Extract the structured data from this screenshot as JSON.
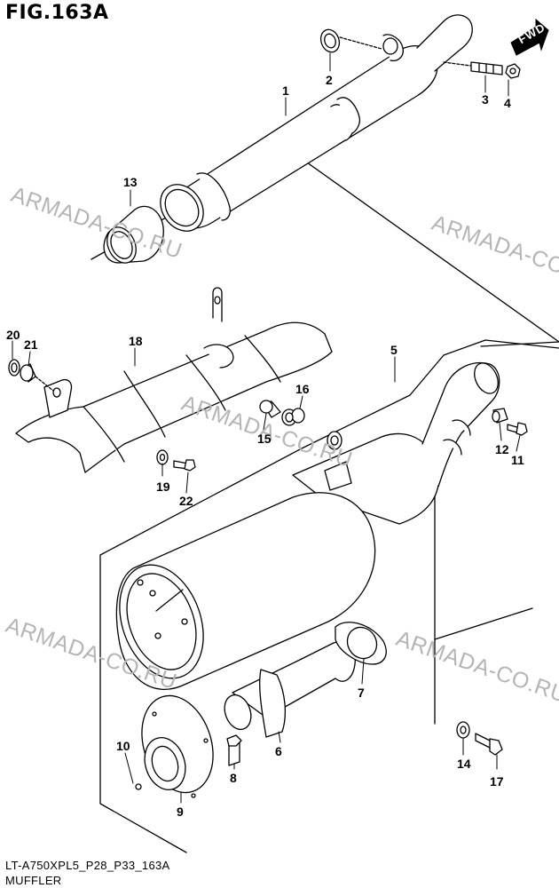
{
  "figure": {
    "title": "FIG.163A",
    "direction_badge": "FWD"
  },
  "footer": {
    "code": "LT-A750XPL5_P28_P33_163A",
    "name": "MUFFLER"
  },
  "watermark": "ARMADA-CO.RU",
  "callouts": [
    "1",
    "2",
    "3",
    "4",
    "5",
    "6",
    "7",
    "8",
    "9",
    "10",
    "11",
    "12",
    "13",
    "14",
    "15",
    "16",
    "17",
    "18",
    "19",
    "20",
    "21",
    "22"
  ]
}
